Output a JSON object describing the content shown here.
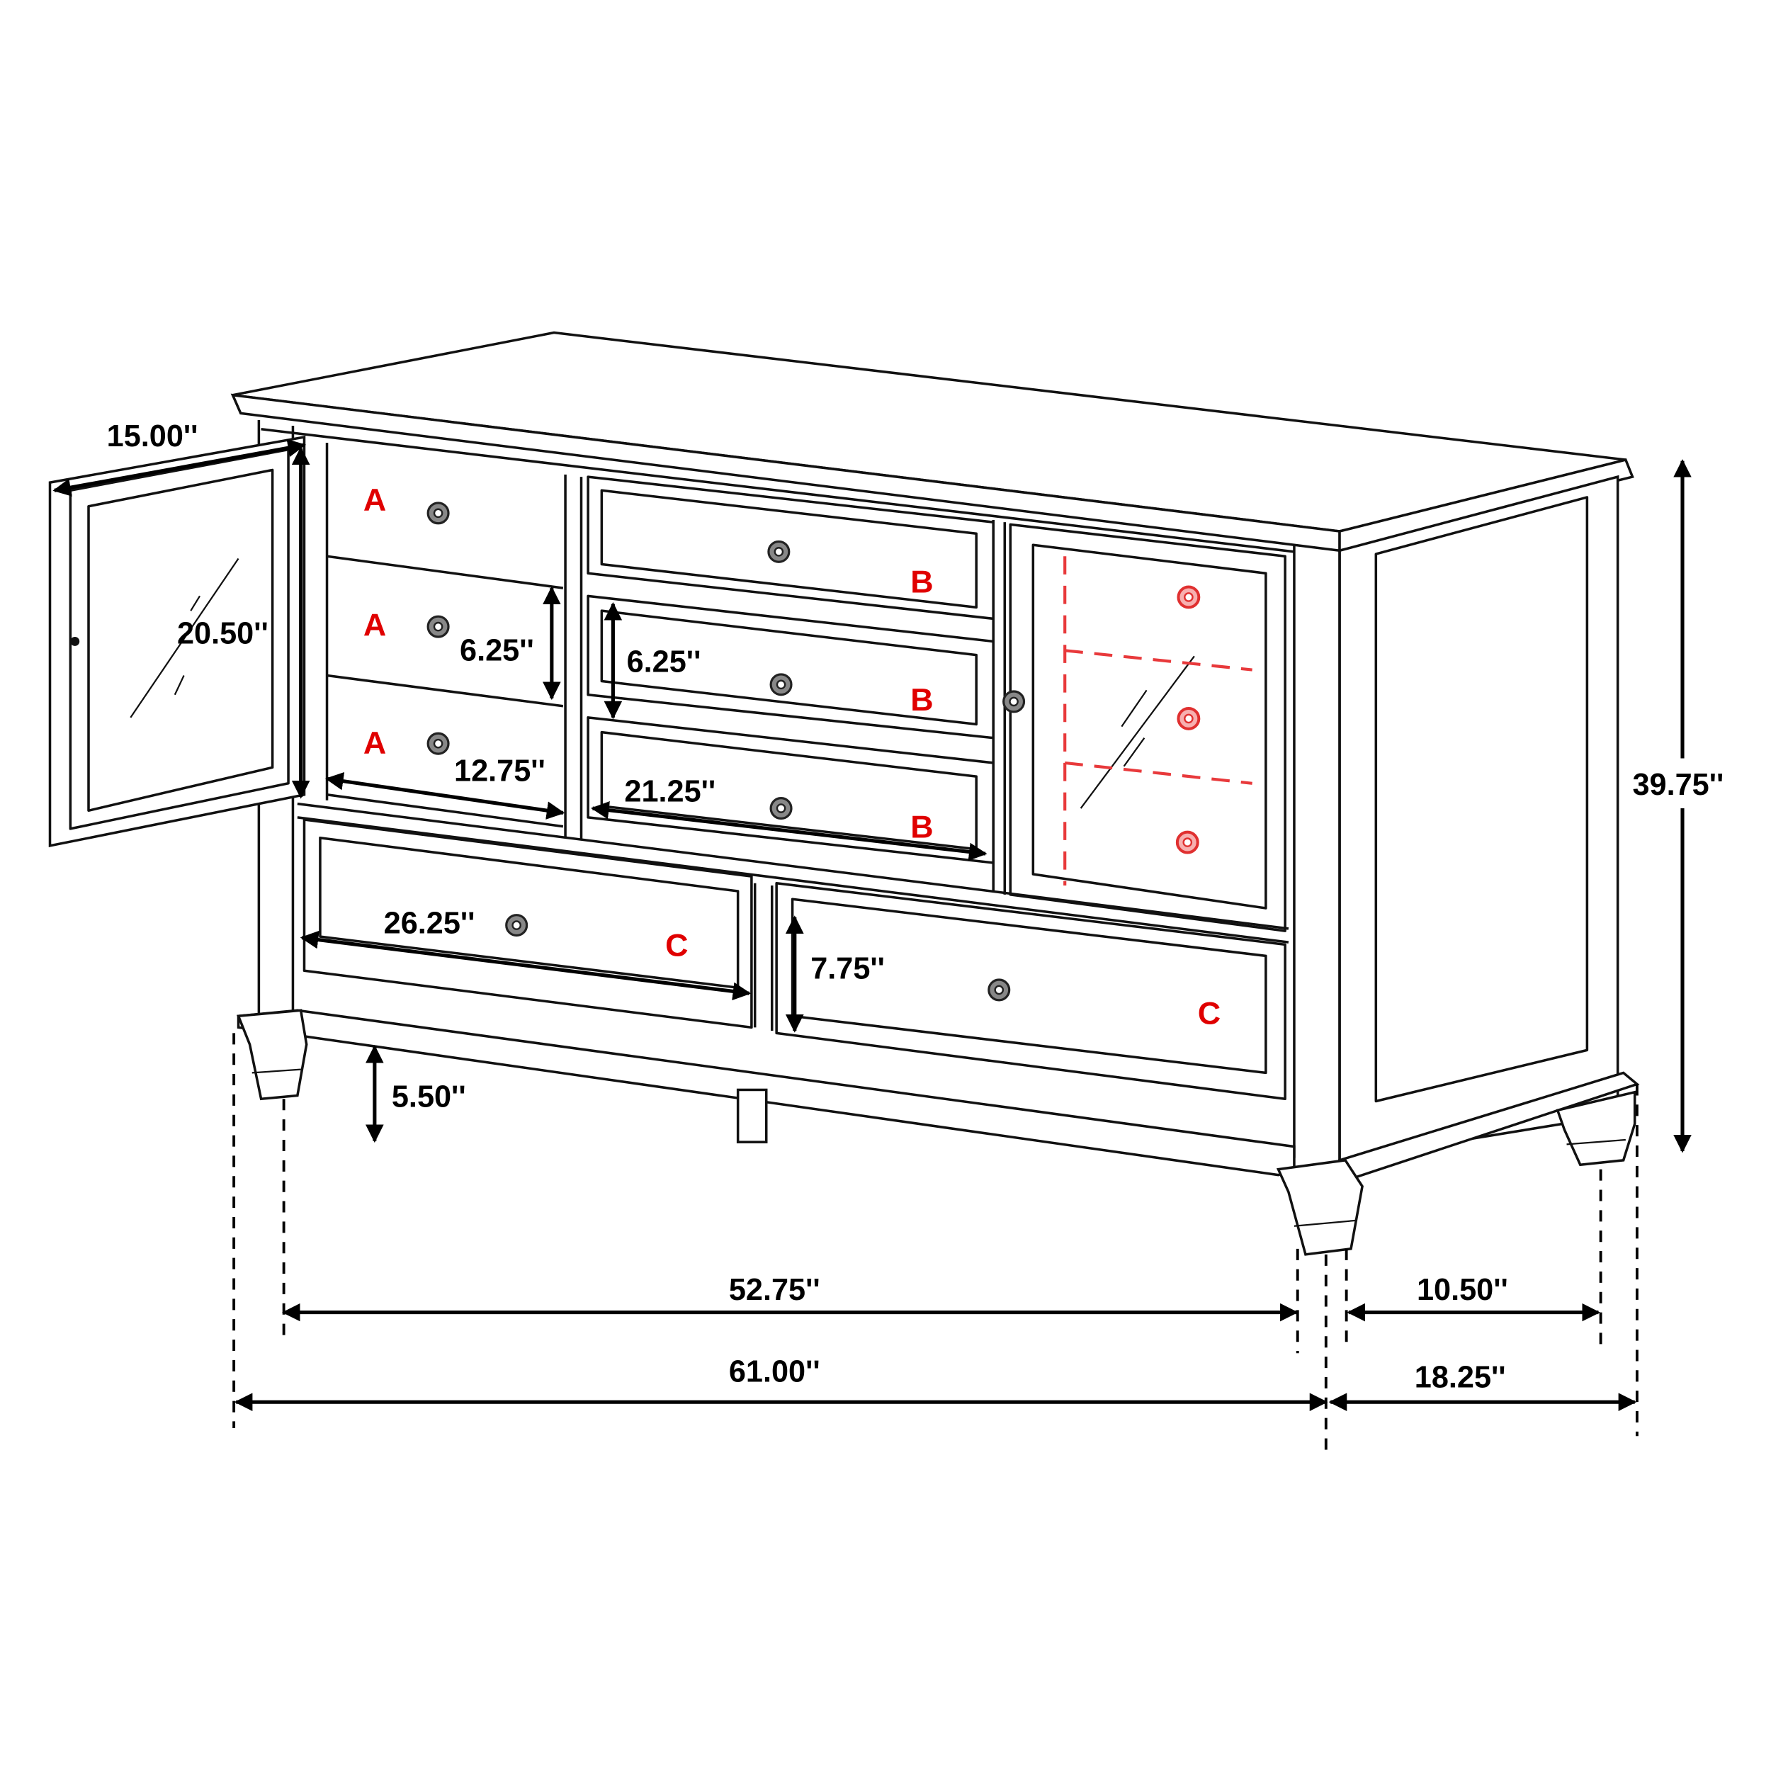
{
  "diagram": {
    "subject": "dresser-dimension-drawing",
    "colors": {
      "line": "#111111",
      "label_red": "#e00000",
      "red_dashed": "#e8393b",
      "background": "#ffffff"
    },
    "dimensions": {
      "door_width": "15.00''",
      "door_height": "20.50''",
      "drawer_a_height": "6.25''",
      "drawer_a_width": "12.75''",
      "drawer_b_height": "6.25''",
      "drawer_b_width": "21.25''",
      "drawer_c_width": "26.25''",
      "drawer_c_height": "7.75''",
      "leg_clearance": "5.50''",
      "overall_height": "39.75''",
      "inner_width": "52.75''",
      "overall_width": "61.00''",
      "inner_depth": "10.50''",
      "overall_depth": "18.25''"
    },
    "labels": {
      "a1": "A",
      "a2": "A",
      "a3": "A",
      "b1": "B",
      "b2": "B",
      "b3": "B",
      "c1": "C",
      "c2": "C"
    }
  }
}
